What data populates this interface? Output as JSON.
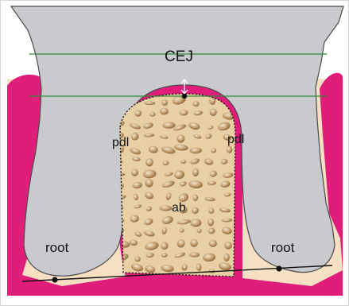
{
  "labels": {
    "cej": "CEJ",
    "pdl_left": "pdl",
    "pdl_right": "pdl",
    "ab": "ab",
    "root_left": "root",
    "root_right": "root"
  },
  "colors": {
    "background": "#ffffff",
    "gingiva": "#f7dfc3",
    "tooth": "#c9cacd",
    "tooth_outline": "#4a4a4a",
    "pdl": "#e01d7a",
    "bone": "#e8cfa4",
    "bone_pore": "#b8925e",
    "cej_line": "#2e8b3a",
    "reference_line": "#111111",
    "measure_arrow": "#ffffff"
  }
}
